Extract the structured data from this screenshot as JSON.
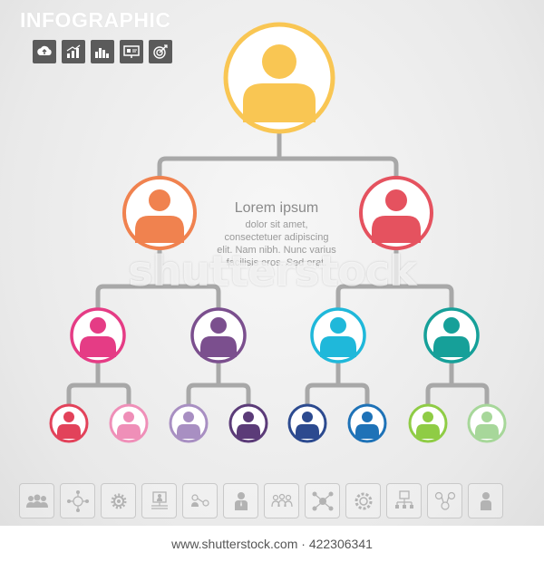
{
  "header": {
    "title": "INFOGRAPHIC",
    "icons": [
      "cloud-upload-icon",
      "rising-chart-icon",
      "bar-chart-icon",
      "presentation-board-icon",
      "target-arrow-icon"
    ]
  },
  "text_block": {
    "title": "Lorem ipsum",
    "line1": "dolor sit amet,",
    "line2": "consectetuer adipiscing",
    "line3": "elit. Nam nibh. Nunc varius",
    "line4": "facilisis eros. Sed erat."
  },
  "watermark": "shutterstock",
  "footer": {
    "text": "www.shutterstock.com · 422306341"
  },
  "bottom_icons": [
    "team-group-icon",
    "money-network-icon",
    "gears-icon",
    "presentation-person-icon",
    "people-network-icon",
    "businessman-icon",
    "team-meeting-icon",
    "network-node-icon",
    "settings-gear-icon",
    "org-screen-icon",
    "business-cycle-icon",
    "manager-icon"
  ],
  "colors": {
    "level1": "#f9c653",
    "level2": [
      "#f0824f",
      "#e5525f"
    ],
    "level3": [
      "#e53c85",
      "#7b4f8e",
      "#1fb8da",
      "#16a099"
    ],
    "level4": [
      "#e2425a",
      "#ef8fb8",
      "#a88fc2",
      "#5b3b78",
      "#2c4a8f",
      "#1e72b7",
      "#8fcc45",
      "#a7d79a"
    ],
    "connector": "#a8a8a8"
  }
}
